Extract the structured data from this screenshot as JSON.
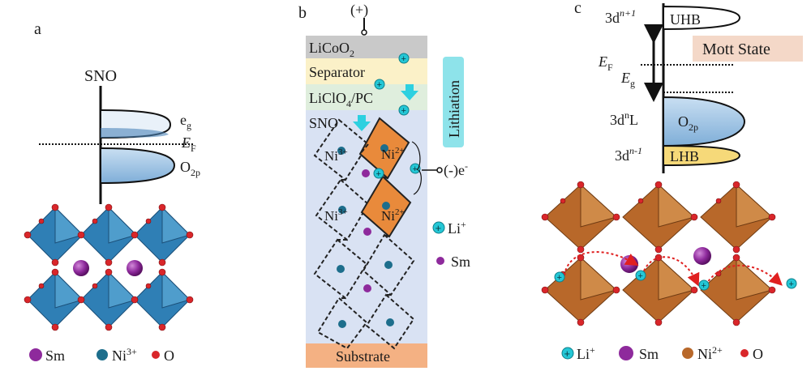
{
  "panel_a": {
    "label": "a",
    "material": "SNO",
    "bands": {
      "upper": "e",
      "upper_sub": "g",
      "fermi": "E",
      "fermi_sub": "F",
      "lower": "O",
      "lower_sub": "2p"
    },
    "legend": [
      {
        "name": "Sm",
        "color": "#8e2a9c"
      },
      {
        "name": "Ni",
        "sup": "3+",
        "color": "#1d6e8c"
      },
      {
        "name": "O",
        "color": "#d9262a"
      }
    ]
  },
  "panel_b": {
    "label": "b",
    "plus": "(+)",
    "minus": "(-)e",
    "minus_sup": "-",
    "layers": {
      "cathode": "LiCoO",
      "cathode_sub": "2",
      "separator": "Separator",
      "electrolyte_a": "LiClO",
      "electrolyte_sub": "4",
      "electrolyte_b": "/PC",
      "film": "SNO",
      "substrate": "Substrate"
    },
    "process": "Lithiation",
    "ni3_label": "Ni",
    "ni3_sup": "3+",
    "ni2_label": "Ni",
    "ni2_sup": "2+",
    "legend": [
      {
        "name": "Li",
        "sup": "+",
        "symbol": "+"
      },
      {
        "name": "Sm"
      }
    ]
  },
  "panel_c": {
    "label": "c",
    "states": [
      {
        "base": "3d",
        "sup": "n+1",
        "band": "UHB"
      },
      {
        "base": "3d",
        "sup": "n",
        "suffix": "L",
        "band": "O",
        "band_sub": "2p"
      },
      {
        "base": "3d",
        "sup": "n-1",
        "band": "LHB"
      }
    ],
    "fermi": "E",
    "fermi_sub": "F",
    "gap": "E",
    "gap_sub": "g",
    "state_box": "Mott State",
    "legend": [
      {
        "name": "Li",
        "sup": "+",
        "symbol": "+"
      },
      {
        "name": "Sm"
      },
      {
        "name": "Ni",
        "sup": "2+"
      },
      {
        "name": "O"
      }
    ]
  },
  "colors": {
    "sm": "#8e2a9c",
    "ni3": "#1d6e8c",
    "oxygen": "#d9262a",
    "li": "#24c7d6",
    "ni2": "#b8682a",
    "uhb": "#ffffff",
    "lhb": "#f6d979",
    "o2p": "#a9c8e6",
    "mott_box": "#f4d8c8"
  },
  "icons": [
    "plus-terminal-icon",
    "minus-terminal-icon",
    "lithium-ion-icon",
    "down-arrow-icon",
    "hopping-path-arrow-icon"
  ]
}
